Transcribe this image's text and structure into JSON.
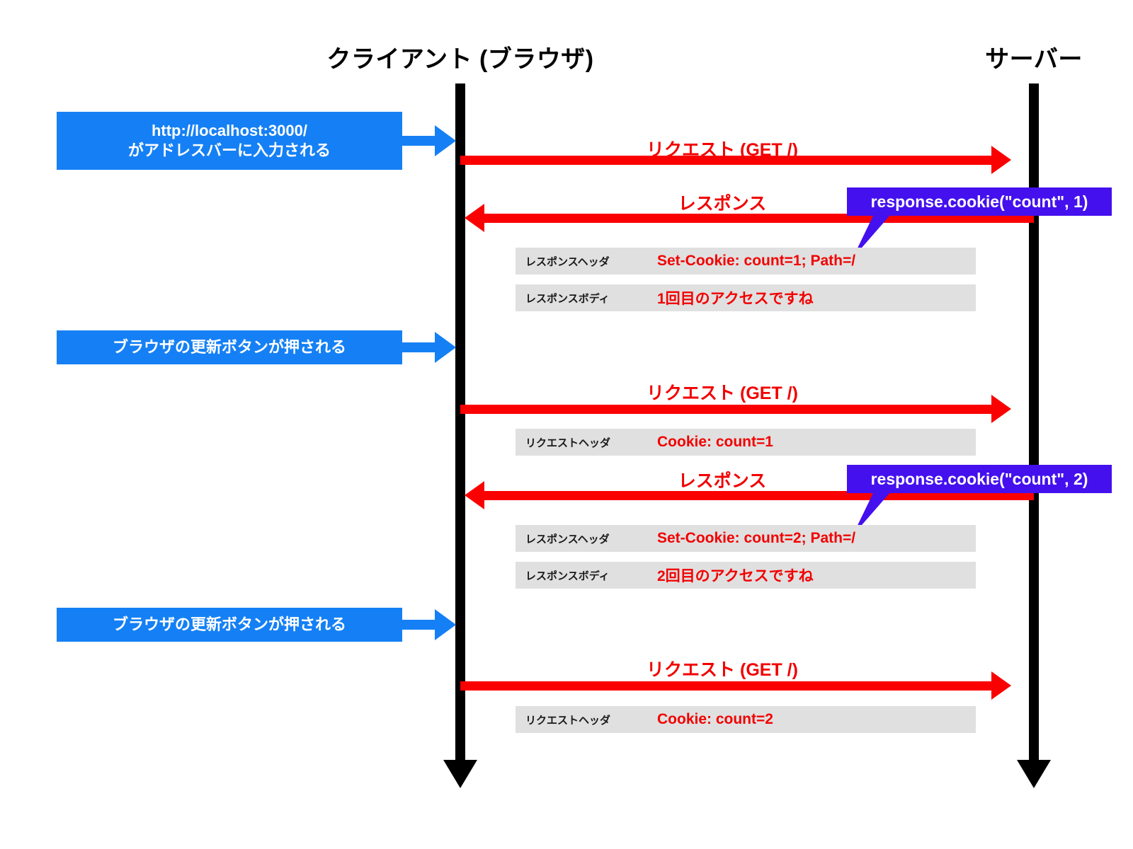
{
  "diagram": {
    "title_client": "クライアント (ブラウザ)",
    "title_server": "サーバー",
    "colors": {
      "actor_blue": "#1580F5",
      "message_red": "#FB0000",
      "callout_purple": "#4410EE",
      "detail_gray": "#E0E0E0",
      "lifeline_black": "#000000"
    }
  },
  "actors": [
    {
      "id": "actor-1",
      "lines": [
        "http://localhost:3000/",
        "がアドレスバーに入力される"
      ]
    },
    {
      "id": "actor-2",
      "lines": [
        "ブラウザの更新ボタンが押される"
      ]
    },
    {
      "id": "actor-3",
      "lines": [
        "ブラウザの更新ボタンが押される"
      ]
    }
  ],
  "messages": [
    {
      "id": "msg-1",
      "label": "リクエスト (GET /)",
      "direction": "right"
    },
    {
      "id": "msg-2",
      "label": "レスポンス",
      "direction": "left"
    },
    {
      "id": "msg-3",
      "label": "リクエスト (GET /)",
      "direction": "right"
    },
    {
      "id": "msg-4",
      "label": "レスポンス",
      "direction": "left"
    },
    {
      "id": "msg-5",
      "label": "リクエスト (GET /)",
      "direction": "right"
    }
  ],
  "details": [
    {
      "id": "detail-1",
      "key": "レスポンスヘッダ",
      "value": "Set-Cookie: count=1; Path=/"
    },
    {
      "id": "detail-2",
      "key": "レスポンスボディ",
      "value": "1回目のアクセスですね"
    },
    {
      "id": "detail-3",
      "key": "リクエストヘッダ",
      "value": "Cookie: count=1"
    },
    {
      "id": "detail-4",
      "key": "レスポンスヘッダ",
      "value": "Set-Cookie: count=2; Path=/"
    },
    {
      "id": "detail-5",
      "key": "レスポンスボディ",
      "value": "2回目のアクセスですね"
    },
    {
      "id": "detail-6",
      "key": "リクエストヘッダ",
      "value": "Cookie: count=2"
    }
  ],
  "callouts": [
    {
      "id": "callout-1",
      "text": "response.cookie(\"count\", 1)"
    },
    {
      "id": "callout-2",
      "text": "response.cookie(\"count\", 2)"
    }
  ]
}
